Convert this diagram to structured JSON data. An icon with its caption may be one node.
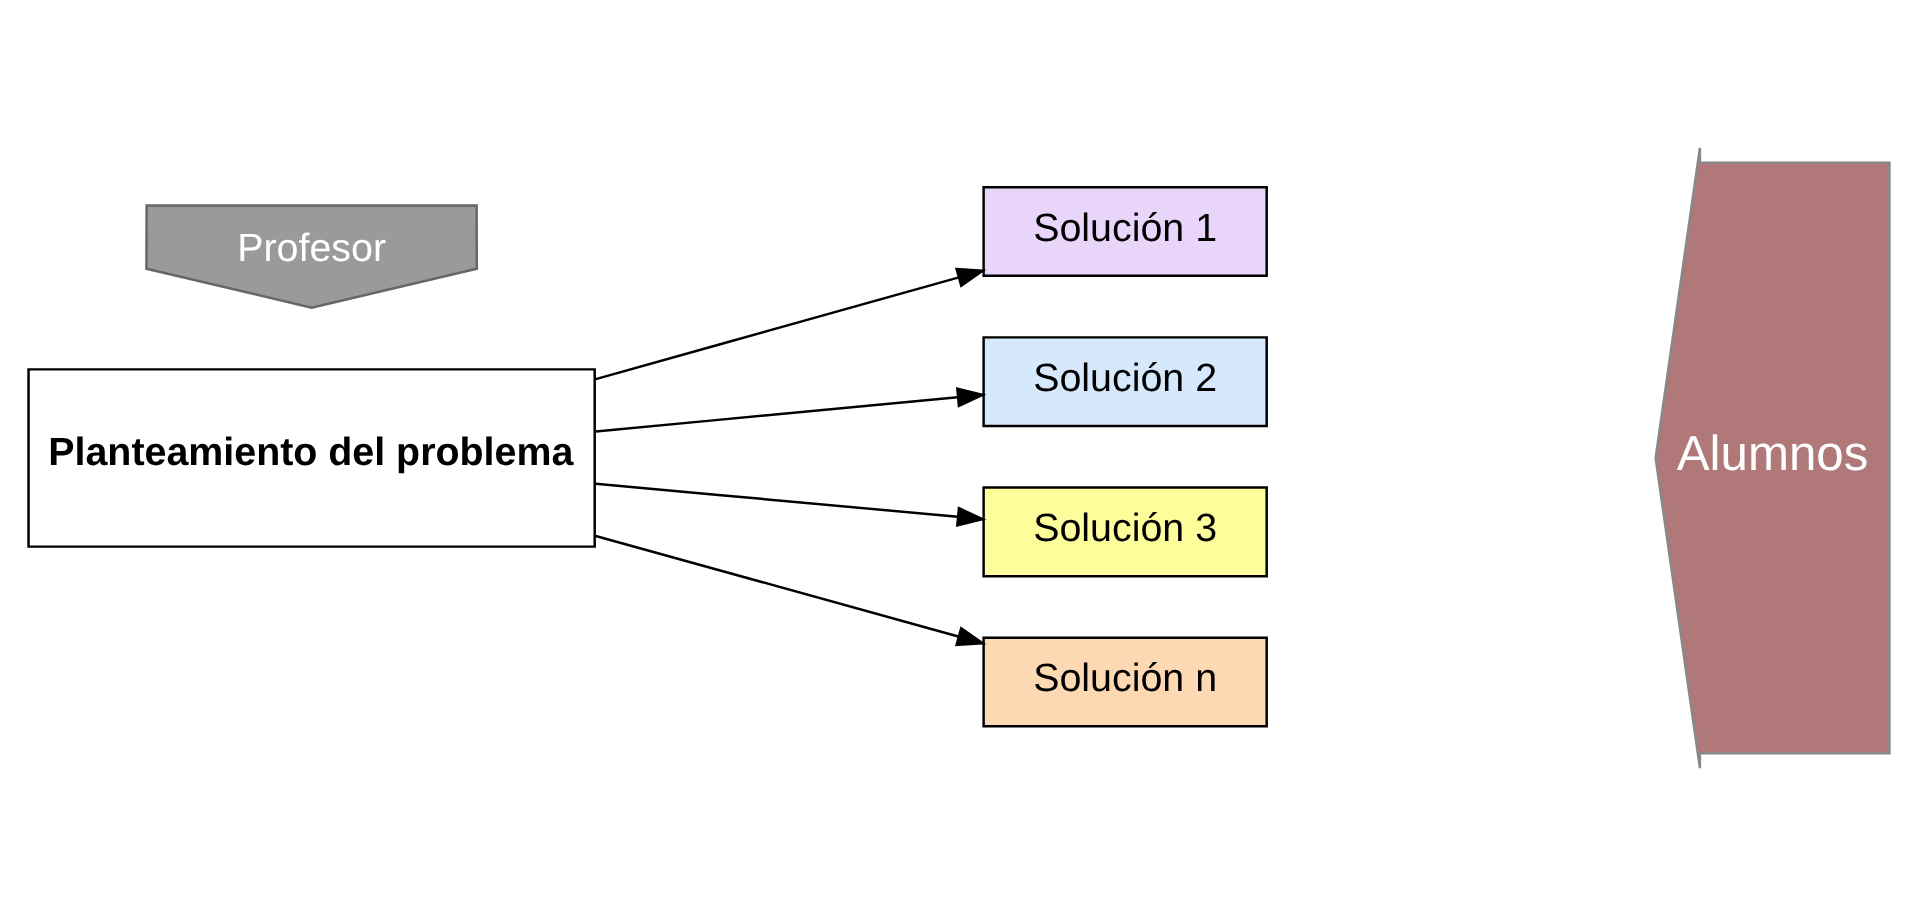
{
  "diagram": {
    "nodes": [
      {
        "text": [
          "Profesor"
        ]
      },
      {
        "text": [
          "Planteamiento del problema"
        ]
      },
      {
        "text": [
          "Solución 1"
        ]
      },
      {
        "text": [
          "Solución 2"
        ]
      },
      {
        "text": [
          "Solución 3"
        ]
      },
      {
        "text": [
          "Solución n"
        ]
      },
      {
        "text": [
          "Alumnos"
        ]
      }
    ],
    "edges": [
      {
        "from": 1,
        "to": 2,
        "arrow": "to"
      },
      {
        "from": 1,
        "to": 3,
        "arrow": "to"
      },
      {
        "from": 1,
        "to": 4,
        "arrow": "to"
      },
      {
        "from": 1,
        "to": 5,
        "arrow": "to"
      }
    ]
  }
}
